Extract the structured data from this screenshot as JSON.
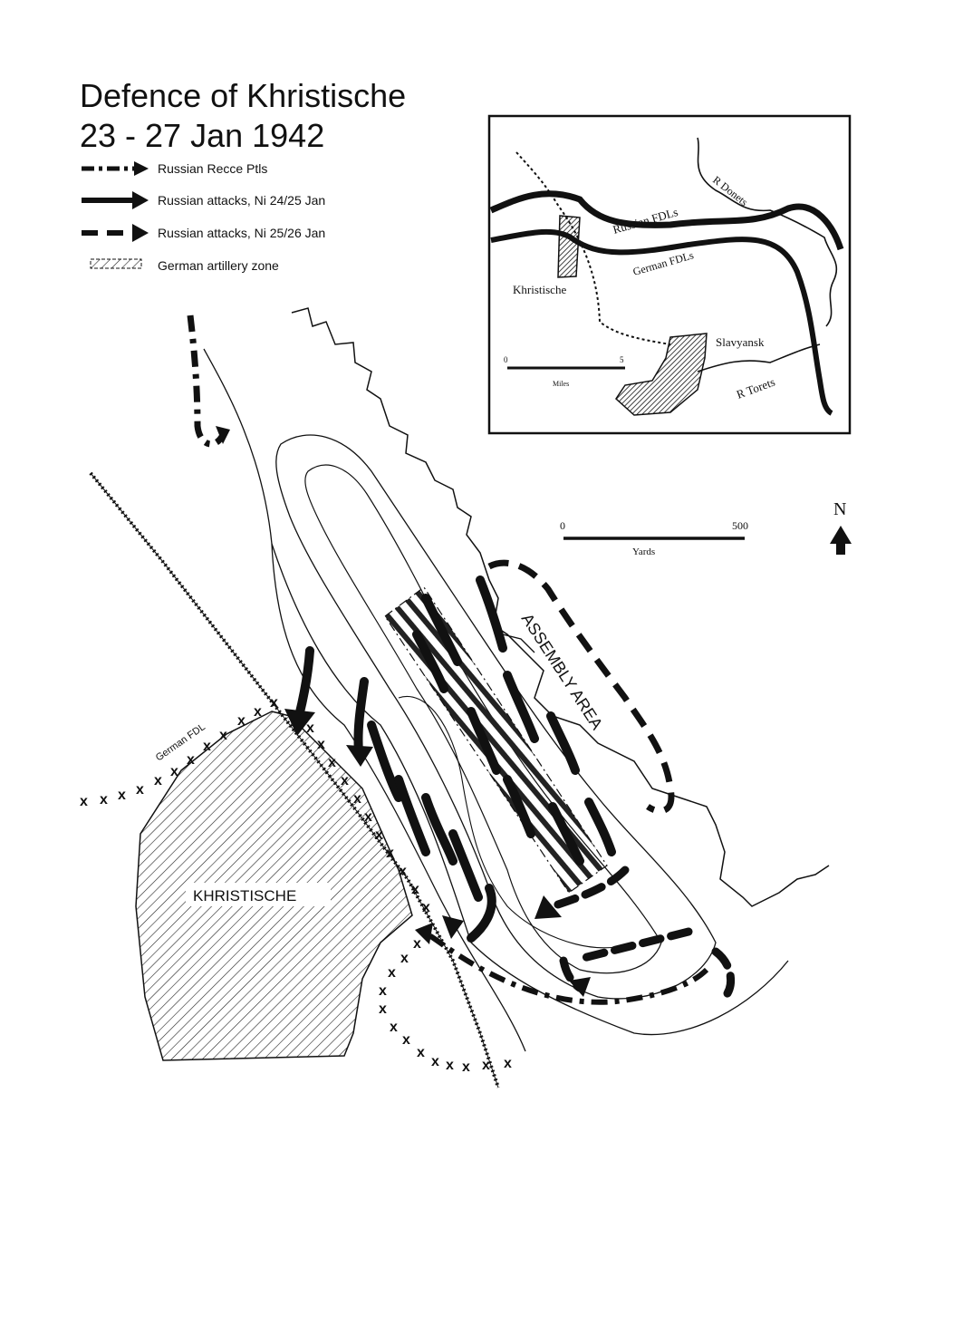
{
  "title_line1": "Defence of Khristische",
  "title_line2": "23 - 27 Jan 1942",
  "legend": {
    "recce": "Russian Recce Ptls",
    "attacks_24_25": "Russian attacks, Ni 24/25 Jan",
    "attacks_25_26": "Russian attacks, Ni 25/26 Jan",
    "artillery": "German artillery zone"
  },
  "inset": {
    "river_donets": "R Donets",
    "russian_fdls": "Russian FDLs",
    "german_fdls": "German FDLs",
    "khristische": "Khristische",
    "slavyansk": "Slavyansk",
    "river_torets": "R Torets",
    "scale_start": "0",
    "scale_end": "5",
    "scale_unit": "Miles"
  },
  "main_map": {
    "scale_start": "0",
    "scale_end": "500",
    "scale_unit": "Yards",
    "north_label": "N",
    "town_label": "KHRISTISCHE",
    "assembly_label": "ASSEMBLY AREA",
    "german_fdl_label": "German FDL"
  }
}
